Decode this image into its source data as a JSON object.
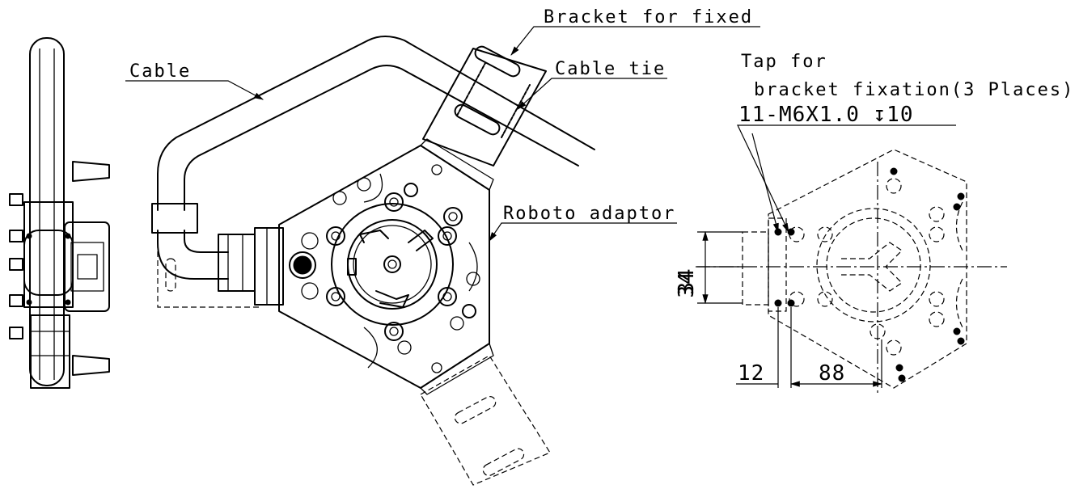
{
  "callouts": {
    "bracket": "Bracket for fixed",
    "cable_tie": "Cable tie",
    "cable": "Cable",
    "robot_adaptor": "Roboto adaptor",
    "tap_line1": "Tap for",
    "tap_line2": "bracket fixation(3 Places)",
    "tap_spec": "11-M6X1.0 ↧10"
  },
  "dimensions": {
    "height_1": "34",
    "height_2": "34",
    "offset_horizontal": "12",
    "distance_horizontal": "88"
  }
}
